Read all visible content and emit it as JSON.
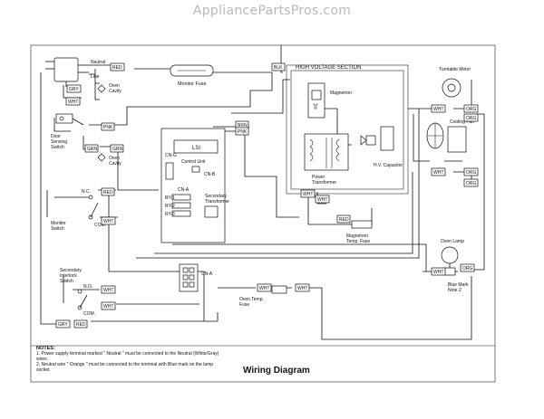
{
  "watermark": "AppliancePartsPros.com",
  "title": "Wiring Diagram",
  "hv_section": "HIGH VOLTAGE SECTION",
  "components": {
    "power_cord_lines": [
      "Neutral",
      "Line"
    ],
    "monitor_fuse": "Monitor Fuse",
    "oven_cavity_top": [
      "Oven",
      "Cavity"
    ],
    "oven_cavity_mid": [
      "Oven",
      "Cavity"
    ],
    "door_sensing_switch": [
      "Door",
      "Sensing",
      "Switch"
    ],
    "monitor_switch": [
      "Monitor",
      "Switch"
    ],
    "secondary_interlock_switch": [
      "Secondary",
      "Interlock",
      "Switch"
    ],
    "control_unit": "Control Unit",
    "lsi": "LSI",
    "magnetron": "Magnetron",
    "power_transformer": [
      "Power",
      "Transformer"
    ],
    "hv_capacitor": "H.V. Capacitor",
    "magnetron_temp_fuse": [
      "Magnetron",
      "Temp. Fuse"
    ],
    "turntable_motor": "Turntable Motor",
    "cooling_fan": "Cooling Fan",
    "oven_lamp": "Oven Lamp",
    "blue_mark": [
      "Blue Mark",
      "Note 2"
    ],
    "oven_temp_fuse": [
      "Oven Temp.",
      "Fuse"
    ],
    "secondary_transformer": [
      "Secondary",
      "Transformer"
    ],
    "relay_labels": [
      "RY-1",
      "RY-2",
      "RY-3"
    ]
  },
  "connectors": {
    "cn_a": "CN-A",
    "cn_b": "CN-B",
    "cn_g": "CN-G",
    "cn_a2": "CN-A"
  },
  "wires": {
    "red": "RED",
    "blk": "BLK",
    "gry": "GRY",
    "wht": "WHT",
    "pnk": "PNK",
    "grn": "GRN",
    "brn": "BRN",
    "org": "ORG",
    "nc": "N.C.",
    "no": "N.O.",
    "com": "COM."
  },
  "notes": {
    "heading": "NOTES:",
    "items": [
      "1. Power supply terminal marked \" Neutral \" must be connected to the Neutral (White/Gray) wires.",
      "2. Neutral wire \" Orange \" must be connected to the terminal with Blue mark on the lamp socket."
    ]
  }
}
